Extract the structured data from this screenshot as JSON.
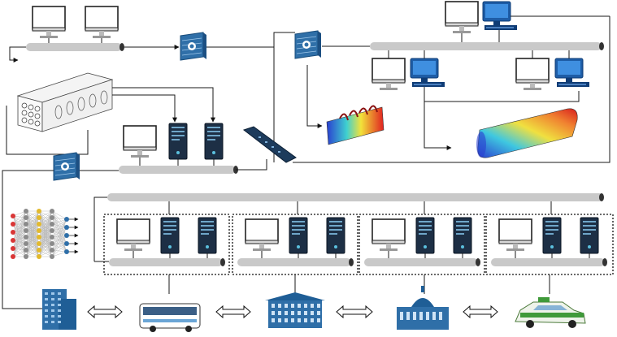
{
  "diagram": {
    "description_labels": [],
    "arrows": [
      "double-arrow",
      "double-arrow",
      "double-arrow",
      "double-arrow"
    ],
    "icons": {
      "monitor": "monitor-icon",
      "workstation": "workstation-icon",
      "server": "server-tower-icon",
      "firewall": "firewall-icon",
      "switch": "network-switch-icon",
      "neural": "neural-network-icon",
      "city": [
        "office-building-icon",
        "bus-icon",
        "government-building-icon",
        "domed-building-icon",
        "taxi-icon"
      ]
    },
    "colors": {
      "bus": "#c9c9c9",
      "firewall": "#2f6fa8",
      "server": "#1d2f45",
      "workstation": "#1e5da6"
    }
  }
}
